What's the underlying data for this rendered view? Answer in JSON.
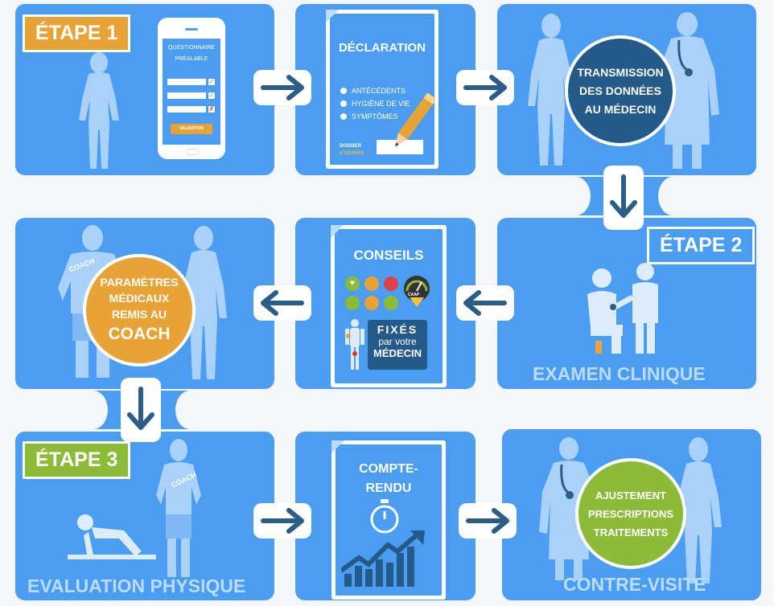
{
  "step1": {
    "badge": "ÉTAPE 1",
    "phone": {
      "title_line1": "QUESTIONNAIRE",
      "title_line2": "PRÉALABLE",
      "button": "VALIDATION"
    },
    "declaration": {
      "title": "DÉCLARATION",
      "items": [
        "ANTÉCÉDENTS",
        "HYGIÈNE DE VIE",
        "SYMPTÔMES"
      ],
      "dossier_label": "DOSSIER",
      "dossier_number": "n°XXXXXX"
    },
    "transmission": [
      "TRANSMISSION",
      "DES DONNÉES",
      "AU MÉDECIN"
    ]
  },
  "step2": {
    "badge": "ÉTAPE 2",
    "caption": "EXAMEN CLINIQUE",
    "conseils": {
      "title": "CONSEILS",
      "gauge_label": "CAAP",
      "fixes": "FIXÉS",
      "par_votre": "par votre",
      "medecin": "MÉDECIN"
    },
    "coach_circle": [
      "PARAMÈTRES",
      "MÉDICAUX",
      "REMIS AU"
    ],
    "coach_word": "COACH",
    "shirt_label": "COACH"
  },
  "step3": {
    "badge": "ÉTAPE 3",
    "caption": "EVALUATION PHYSIQUE",
    "shirt_label": "COACH",
    "compte_rendu": [
      "COMPTE-",
      "RENDU"
    ],
    "contre_visite": {
      "caption": "CONTRE-VISITE",
      "circle": [
        "Ajustement",
        "PRESCRIPTIONS",
        "TRAITEMENTS"
      ]
    }
  },
  "colors": {
    "panel": "#4a9df0",
    "silhouette": "#a9d1fa",
    "etape1": "#e8a337",
    "etape2": "#4a9df0",
    "etape3": "#8cbb3a",
    "transmission_circle": "#245a8a",
    "coach_circle": "#e8a337",
    "contre_visite_circle": "#8cbb3a",
    "arrow": "#2b5d87"
  },
  "icons": [
    "right-arrow-icon",
    "down-arrow-icon",
    "left-arrow-icon",
    "pencil-icon",
    "stopwatch-icon",
    "growth-chart-icon",
    "doctor-icon",
    "patient-icon",
    "gauge-icon"
  ]
}
